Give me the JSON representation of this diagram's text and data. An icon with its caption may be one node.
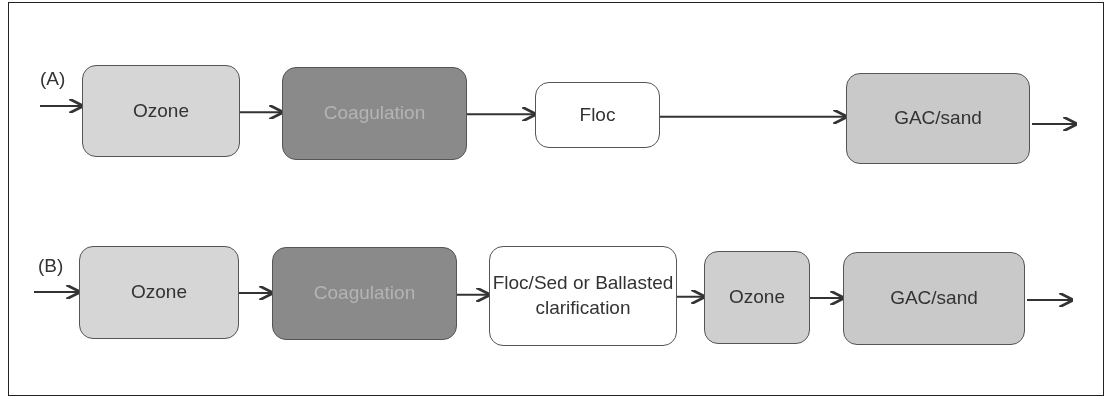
{
  "diagram": {
    "nodes": [
      {
        "text": [
          "Ozone"
        ]
      },
      {
        "text": [
          "Coagulation"
        ]
      },
      {
        "text": [
          "Floc"
        ]
      },
      {
        "text": [
          "GAC/sand"
        ]
      },
      {
        "text": [
          "Ozone"
        ]
      },
      {
        "text": [
          "Coagulation"
        ]
      },
      {
        "text": [
          "Floc/Sed or Ballasted clarification"
        ]
      },
      {
        "text": [
          "Ozone"
        ]
      },
      {
        "text": [
          "GAC/sand"
        ]
      }
    ],
    "edges": [
      {
        "from": null,
        "to": 0,
        "arrow": "to"
      },
      {
        "from": 0,
        "to": 1,
        "arrow": "to"
      },
      {
        "from": 1,
        "to": 2,
        "arrow": "to"
      },
      {
        "from": 2,
        "to": 3,
        "arrow": "to"
      },
      {
        "from": 3,
        "to": null,
        "arrow": "to"
      },
      {
        "from": null,
        "to": 4,
        "arrow": "to"
      },
      {
        "from": 4,
        "to": 5,
        "arrow": "to"
      },
      {
        "from": 5,
        "to": 6,
        "arrow": "to"
      },
      {
        "from": 6,
        "to": 7,
        "arrow": "to"
      },
      {
        "from": 7,
        "to": 8,
        "arrow": "to"
      },
      {
        "from": 8,
        "to": null,
        "arrow": "to"
      }
    ],
    "labels": [
      "(A)",
      "(B)"
    ]
  }
}
